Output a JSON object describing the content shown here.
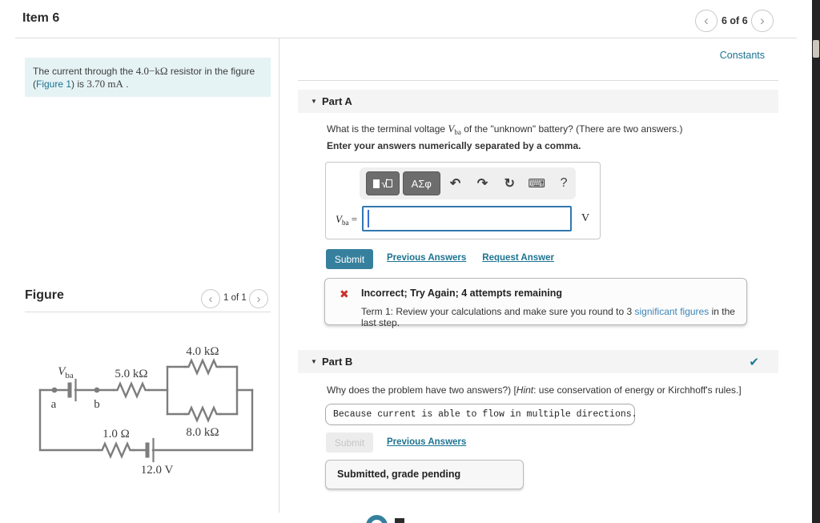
{
  "colors": {
    "accent_teal": "#36809e",
    "link_teal": "#1c7391",
    "error_red": "#c9302c",
    "success_teal": "#1b7a96",
    "highlight_bg": "#e6f3f5",
    "input_border": "#3178b0"
  },
  "icons": {
    "prev_chevron": "‹",
    "next_chevron": "›",
    "collapse_caret": "▼",
    "undo": "↶",
    "redo": "↷",
    "reset": "↻",
    "keyboard": "⌨",
    "help": "?",
    "incorrect": "✖",
    "correct": "✔",
    "sqrt": "√",
    "greek": "ΑΣφ"
  },
  "header": {
    "title": "Item 6",
    "pager_label": "6 of 6"
  },
  "problem": {
    "text_1": "The current through the ",
    "resistor_value": "4.0−kΩ",
    "text_2": " resistor in the figure (",
    "figure_link": "Figure 1",
    "text_3": ") is ",
    "current_value": "3.70 mA",
    "text_4": " ."
  },
  "figure": {
    "title": "Figure",
    "pager_label": "1 of 1",
    "circuit": {
      "battery_label_main": "V",
      "battery_label_sub": "ba",
      "r_series": "5.0 kΩ",
      "r_top": "4.0 kΩ",
      "r_bottom": "8.0 kΩ",
      "r_small": "1.0 Ω",
      "battery_bottom": "12.0 V",
      "node_a": "a",
      "node_b": "b"
    }
  },
  "constants_link": "Constants",
  "part_a": {
    "title": "Part A",
    "question_1": "What is the terminal voltage ",
    "question_v": "V",
    "question_v_sub": "ba",
    "question_2": " of the \"unknown\" battery? (There are two answers.)",
    "instruction": "Enter your answers numerically separated by a comma.",
    "answer_label_v": "V",
    "answer_label_sub": "ba",
    "answer_label_eq": " =",
    "answer_unit": "V",
    "submit_label": "Submit",
    "previous_answers_label": "Previous Answers",
    "request_answer_label": "Request Answer",
    "feedback": {
      "title": "Incorrect; Try Again; 4 attempts remaining",
      "body_1": "Term 1: Review your calculations and make sure you round to 3 ",
      "body_link": "significant figures",
      "body_2": " in the last step."
    }
  },
  "part_b": {
    "title": "Part B",
    "question_1": "Why does the problem have two answers?) [",
    "question_hint": "Hint",
    "question_2": ": use conservation of energy or Kirchhoff's rules.]",
    "answer_text": "Because current is able to flow in multiple directions.",
    "submit_label": "Submit",
    "previous_answers_label": "Previous Answers",
    "status_label": "Submitted, grade pending"
  }
}
